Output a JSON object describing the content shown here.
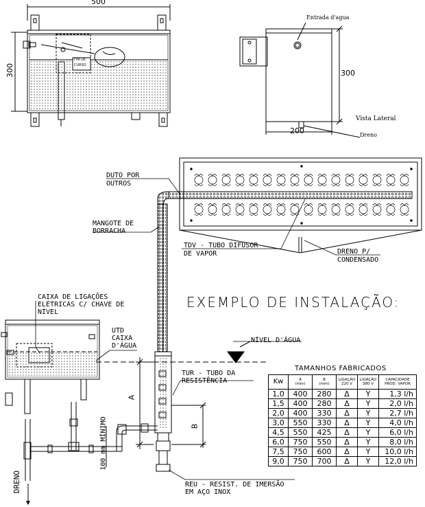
{
  "top_view": {
    "dim_width": "500",
    "dim_height": "300",
    "float_label_line1": "FIM DE",
    "float_label_line2": "CURSO"
  },
  "side_view": {
    "water_inlet": "Entrada d'agua",
    "dim_height": "300",
    "dim_width": "200",
    "view_name": "Vista Lateral",
    "drain": "Dreno"
  },
  "labels": {
    "duto": [
      "DUTO POR",
      "OUTROS"
    ],
    "mangote": [
      "MANGOTE DE",
      "BORRACHA"
    ],
    "tdv": [
      "TDV - TUBO DIFUSOR",
      "DE VAPOR"
    ],
    "dreno_condensado": [
      "DRENO P/",
      "CONDENSADO"
    ],
    "caixa_ligacoes": [
      "CAIXA DE LIGAÇÕES",
      "ELÉTRICAS C/ CHAVE DE",
      "NÍVEL"
    ],
    "utd": [
      "UTD",
      "CAIXA",
      "D'ÁGUA"
    ],
    "nivel_agua": "NÍVEL D'ÁGUA",
    "tur": [
      "TUR - TUBO DA",
      "RESISTÊNCIA"
    ],
    "reu": [
      "REU - RESIST. DE IMERSÃO",
      "EM AÇO INOX"
    ],
    "dim_a": "A",
    "dim_b": "B",
    "min_height": "100 mm MÍNIMO",
    "dreno_bottom": "DRENO"
  },
  "title": "EXEMPLO DE INSTALAÇÃO:",
  "spec_table": {
    "caption": "TAMANHOS FABRICADOS",
    "headers": [
      "Kw",
      "A\n(mm)",
      "B\n(mm)",
      "LIGAÇÃO\n220 V",
      "LIGAÇÃO\n380 V",
      "CAPACIDADE\nPROD. VAPOR"
    ],
    "rows": [
      [
        "1,0",
        "400",
        "280",
        "Δ",
        "Y",
        "1,3 l/h"
      ],
      [
        "1,5",
        "400",
        "280",
        "Δ",
        "Y",
        "2,0 l/h"
      ],
      [
        "2,0",
        "400",
        "330",
        "Δ",
        "Y",
        "2,7 l/h"
      ],
      [
        "3,0",
        "550",
        "330",
        "Δ",
        "Y",
        "4,0 l/h"
      ],
      [
        "4,5",
        "550",
        "425",
        "Δ",
        "Y",
        "6,0 l/h"
      ],
      [
        "6,0",
        "750",
        "550",
        "Δ",
        "Y",
        "8,0 l/h"
      ],
      [
        "7,5",
        "750",
        "600",
        "Δ",
        "Y",
        "10,0 l/h"
      ],
      [
        "9,0",
        "750",
        "700",
        "Δ",
        "Y",
        "12,0 l/h"
      ]
    ]
  }
}
